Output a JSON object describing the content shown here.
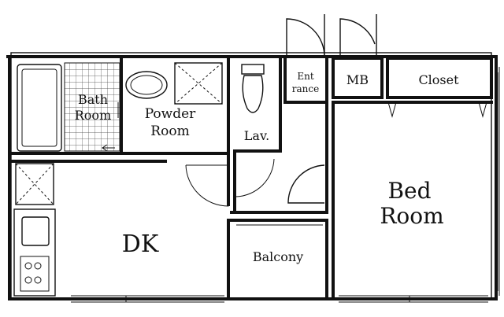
{
  "rooms": {
    "bath_line1": "Bath",
    "bath_line2": "Room",
    "powder_line1": "Powder",
    "powder_line2": "Room",
    "lav": "Lav.",
    "entrance_line1": "Ent",
    "entrance_line2": "rance",
    "mb": "MB",
    "closet": "Closet",
    "bedroom_line1": "Bed",
    "bedroom_line2": "Room",
    "dk": "DK",
    "balcony": "Balcony"
  },
  "colors": {
    "line": "#111111",
    "background": "#ffffff"
  }
}
